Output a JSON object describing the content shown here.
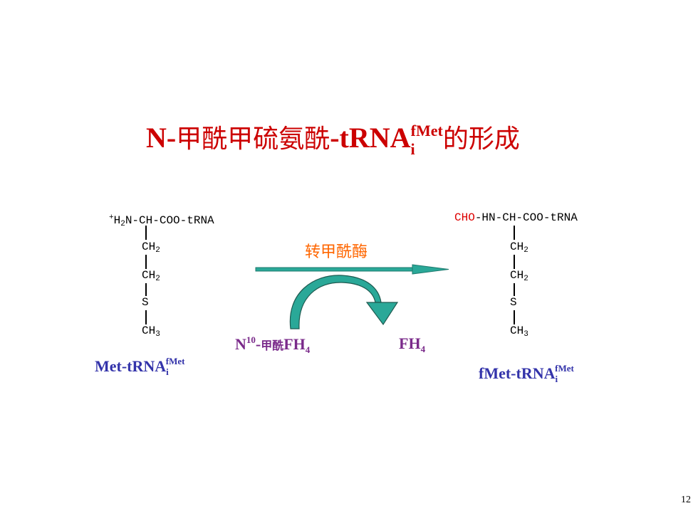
{
  "title": {
    "prefix": "N-",
    "cjk1": "甲酰甲硫氨酰",
    "mid": "-tRNA",
    "sub": "i",
    "sup": "fMet",
    "cjk2": "的形成"
  },
  "left_molecule": {
    "charge": "+",
    "h": "H",
    "h_sub": "2",
    "top_rest": "N-CH-COO-tRNA",
    "ch": "CH",
    "ch2_sub": "2",
    "s": "S",
    "ch3_sub": "3",
    "label_main": "Met-tRNA",
    "label_sub": "i",
    "label_sup": "fMet"
  },
  "right_molecule": {
    "cho": "CHO",
    "top_rest": "-HN-CH-COO-tRNA",
    "ch": "CH",
    "ch2_sub": "2",
    "s": "S",
    "ch3_sub": "3",
    "label_main": "fMet-tRNA",
    "label_sub": "i",
    "label_sup": "fMet"
  },
  "enzyme": "转甲酰酶",
  "cofactor_in": {
    "n": "N",
    "sup": "10",
    "dash": "-",
    "cjk": "甲酰",
    "fh": "FH",
    "sub": "4"
  },
  "cofactor_out": {
    "fh": "FH",
    "sub": "4"
  },
  "page_number": "12",
  "colors": {
    "title": "#cc0000",
    "label": "#3333aa",
    "enzyme": "#ff6600",
    "cofactor": "#7a2a8a",
    "arrow": "#2aa898"
  }
}
